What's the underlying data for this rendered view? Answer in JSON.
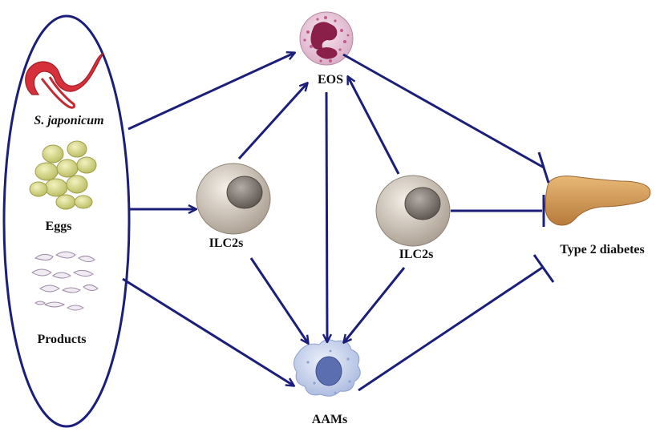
{
  "labels": {
    "s_japonicum": "S. japonicum",
    "eggs": "Eggs",
    "products": "Products",
    "eos": "EOS",
    "ilc2s_left": "ILC2s",
    "ilc2s_right": "ILC2s",
    "aams": "AAMs",
    "type2_diabetes": "Type 2 diabetes"
  },
  "colors": {
    "arrow": "#1c1f7a",
    "worm": "#d6303a",
    "egg": "#d7d98a",
    "eos_body": "#eccfe0",
    "eos_nucleus": "#8a1f4a",
    "ilc_body": "#d9d0c4",
    "ilc_nucleus": "#6b6460",
    "aam_body": "#c7d3ec",
    "aam_nucleus": "#5a6eb0",
    "pancreas": "#d49a55"
  },
  "icons": {
    "worm": "schistosoma-worm-icon",
    "eggs": "parasite-eggs-icon",
    "products": "parasite-products-icon",
    "eos": "eosinophil-cell-icon",
    "ilc": "ilc2-cell-icon",
    "aam": "macrophage-cell-icon",
    "pancreas": "pancreas-icon"
  }
}
